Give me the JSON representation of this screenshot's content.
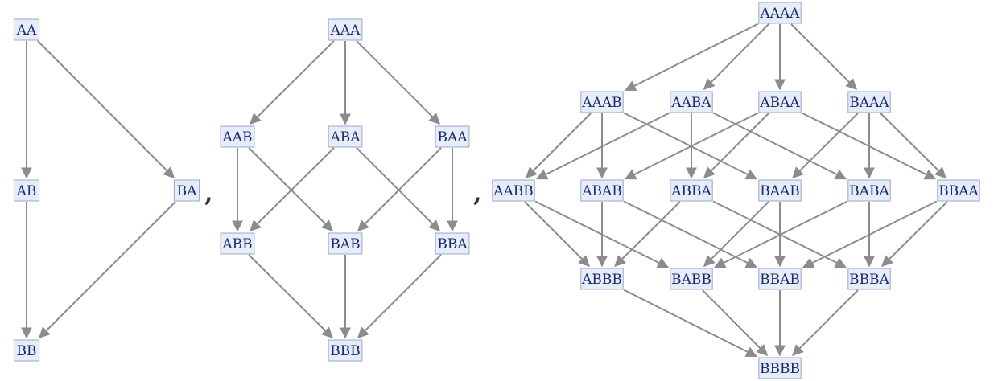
{
  "colors": {
    "node_fill": "#e6ecf8",
    "node_border": "#9aa8cc",
    "label": "#1a2a6c",
    "edge": "#8c8c8c"
  },
  "separators": [
    ",",
    ","
  ],
  "graphs": [
    {
      "name": "graph-length-2",
      "nodes": [
        "AA",
        "AB",
        "BA",
        "BB"
      ],
      "edges": [
        [
          "AA",
          "AB"
        ],
        [
          "AA",
          "BA"
        ],
        [
          "AB",
          "BB"
        ],
        [
          "BA",
          "BB"
        ]
      ]
    },
    {
      "name": "graph-length-3",
      "nodes": [
        "AAA",
        "AAB",
        "ABA",
        "BAA",
        "ABB",
        "BAB",
        "BBA",
        "BBB"
      ],
      "edges": [
        [
          "AAA",
          "AAB"
        ],
        [
          "AAA",
          "ABA"
        ],
        [
          "AAA",
          "BAA"
        ],
        [
          "AAB",
          "ABB"
        ],
        [
          "AAB",
          "BAB"
        ],
        [
          "ABA",
          "ABB"
        ],
        [
          "ABA",
          "BBA"
        ],
        [
          "BAA",
          "BAB"
        ],
        [
          "BAA",
          "BBA"
        ],
        [
          "ABB",
          "BBB"
        ],
        [
          "BAB",
          "BBB"
        ],
        [
          "BBA",
          "BBB"
        ]
      ]
    },
    {
      "name": "graph-length-4",
      "nodes": [
        "AAAA",
        "AAAB",
        "AABA",
        "ABAA",
        "BAAA",
        "AABB",
        "ABAB",
        "ABBA",
        "BAAB",
        "BABA",
        "BBAA",
        "ABBB",
        "BABB",
        "BBAB",
        "BBBA",
        "BBBB"
      ],
      "edges": [
        [
          "AAAA",
          "AAAB"
        ],
        [
          "AAAA",
          "AABA"
        ],
        [
          "AAAA",
          "ABAA"
        ],
        [
          "AAAA",
          "BAAA"
        ],
        [
          "AAAB",
          "AABB"
        ],
        [
          "AAAB",
          "ABAB"
        ],
        [
          "AAAB",
          "BAAB"
        ],
        [
          "AABA",
          "AABB"
        ],
        [
          "AABA",
          "ABBA"
        ],
        [
          "AABA",
          "BABA"
        ],
        [
          "ABAA",
          "ABAB"
        ],
        [
          "ABAA",
          "ABBA"
        ],
        [
          "ABAA",
          "BBAA"
        ],
        [
          "BAAA",
          "BAAB"
        ],
        [
          "BAAA",
          "BABA"
        ],
        [
          "BAAA",
          "BBAA"
        ],
        [
          "AABB",
          "ABBB"
        ],
        [
          "AABB",
          "BABB"
        ],
        [
          "ABAB",
          "ABBB"
        ],
        [
          "ABAB",
          "BBAB"
        ],
        [
          "ABBA",
          "ABBB"
        ],
        [
          "ABBA",
          "BBBA"
        ],
        [
          "BAAB",
          "BABB"
        ],
        [
          "BAAB",
          "BBAB"
        ],
        [
          "BABA",
          "BABB"
        ],
        [
          "BABA",
          "BBBA"
        ],
        [
          "BBAA",
          "BBAB"
        ],
        [
          "BBAA",
          "BBBA"
        ],
        [
          "ABBB",
          "BBBB"
        ],
        [
          "BABB",
          "BBBB"
        ],
        [
          "BBAB",
          "BBBB"
        ],
        [
          "BBBA",
          "BBBB"
        ]
      ]
    }
  ]
}
